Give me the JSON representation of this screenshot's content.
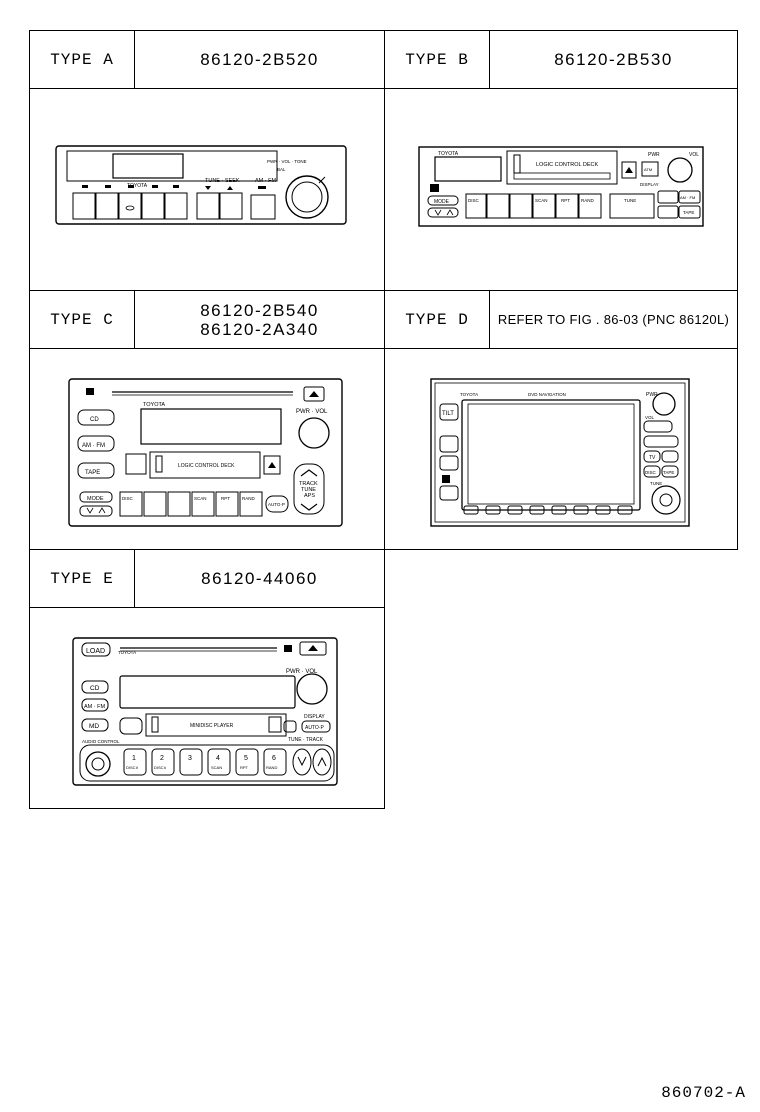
{
  "types": {
    "a": {
      "label": "TYPE   A",
      "part": "86120-2B520",
      "radio": {
        "brand": "TOYOTA",
        "tune": "TUNE · SEEK",
        "amfm": "AM · FM",
        "pwr": "PWR · VOL · TONE",
        "bal": "BAL"
      }
    },
    "b": {
      "label": "TYPE   B",
      "part": "86120-2B530",
      "radio": {
        "brand": "TOYOTA",
        "deck": "LOGIC CONTROL DECK",
        "pwr": "PWR",
        "vol": "VOL",
        "mode": "MODE",
        "disc": "DISC",
        "scan": "SCAN",
        "rpt": "RPT",
        "rand": "RAND",
        "tune": "TUNE",
        "amfm": "AM · FM",
        "tape": "TAPE",
        "display": "DISPLAY",
        "atm": "ATM"
      }
    },
    "c": {
      "label": "TYPE   C",
      "parts": [
        "86120-2B540",
        "86120-2A340"
      ],
      "radio": {
        "brand": "TOYOTA",
        "deck": "LOGIC CONTROL DECK",
        "pwrvol": "PWR · VOL",
        "cd": "CD",
        "amfm": "AM · FM",
        "tape": "TAPE",
        "mode": "MODE",
        "disc": "DISC",
        "scan": "SCAN",
        "rpt": "RPT",
        "rand": "RAND",
        "autop": "AUTO·P",
        "track": "TRACK",
        "tune": "TUNE",
        "aps": "APS"
      }
    },
    "d": {
      "label": "TYPE   D",
      "ref": "REFER TO FIG . 86-03 (PNC 86120L)",
      "radio": {
        "brand": "TOYOTA",
        "nav": "DVD NAVIGATION",
        "tilt": "TILT",
        "pwr": "PWR",
        "vol": "VOL",
        "tv": "TV",
        "disc": "DISC",
        "tape": "TAPE",
        "tune": "TUNE"
      }
    },
    "e": {
      "label": "TYPE   E",
      "part": "86120-44060",
      "radio": {
        "brand": "TOYOTA",
        "load": "LOAD",
        "cd": "CD",
        "amfm": "AM · FM",
        "md": "MD",
        "pwrvol": "PWR · VOL",
        "player": "MINIDISC PLAYER",
        "display": "DISPLAY",
        "autop": "AUTO·P",
        "tunetrack": "TUNE · TRACK",
        "audio": "AUDIO  CONTROL",
        "keys": [
          "1",
          "2",
          "3",
          "4",
          "5",
          "6"
        ],
        "subs": [
          "DISC∨",
          "DISC∧",
          "",
          "SCAN",
          "RPT",
          "RAND"
        ]
      }
    }
  },
  "figure_id": "860702-A"
}
